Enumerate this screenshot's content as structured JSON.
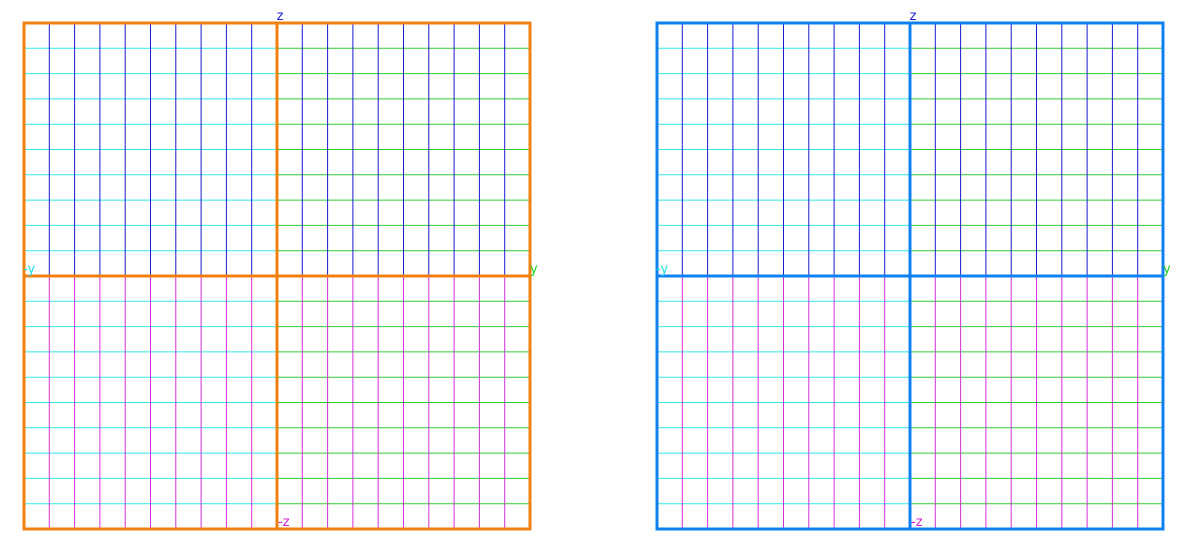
{
  "panels": [
    {
      "frame_color": "#f08010",
      "labels": {
        "top": "z",
        "bottom": "-z",
        "left": "-y",
        "right": "y"
      },
      "label_colors": {
        "top": "#2020c8",
        "bottom": "#d020d0",
        "left": "#20e0e0",
        "right": "#20d020"
      }
    },
    {
      "frame_color": "#1080f0",
      "labels": {
        "top": "z",
        "bottom": "-z",
        "left": "-y",
        "right": "y"
      },
      "label_colors": {
        "top": "#2020c8",
        "bottom": "#d020d0",
        "left": "#20e0e0",
        "right": "#20d020"
      }
    }
  ],
  "grid_colors": {
    "upper_vertical": "#1a1ad0",
    "lower_vertical": "#d030d8",
    "left_horizontal": "#30e8e8",
    "right_horizontal": "#30cc30"
  },
  "divisions_per_half": 10
}
